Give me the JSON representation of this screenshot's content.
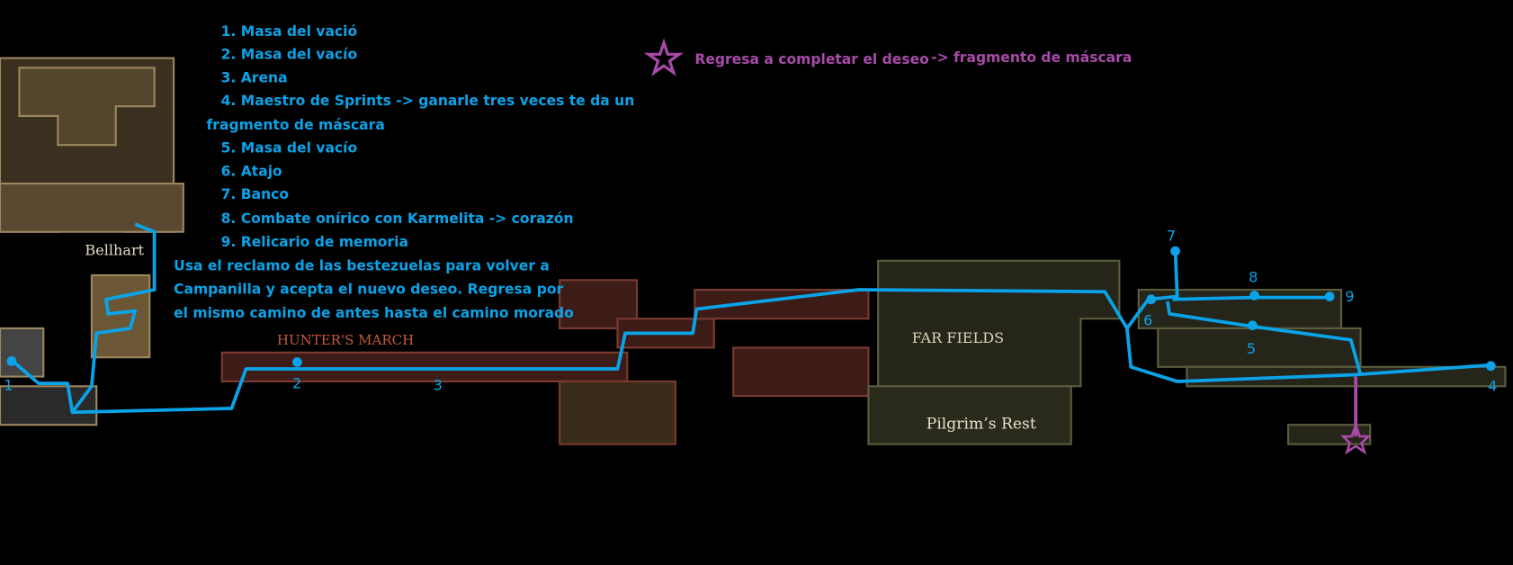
{
  "legend": {
    "items": [
      "1. Masa del vació",
      "2. Masa del vacío",
      "3. Arena",
      "4. Maestro de Sprints -> ganarle tres veces te da un",
      "fragmento de máscara",
      "5. Masa del vacío",
      "6. Atajo",
      "7. Banco",
      "8. Combate onírico con Karmelita -> corazón",
      "9. Relicario de memoria"
    ],
    "instructions": [
      "Usa el reclamo de las bestezuelas para volver a",
      "Campanilla y acepta el nuevo deseo. Regresa por",
      "el mismo camino de antes hasta el camino morado"
    ]
  },
  "wish_note": {
    "text": "Regresa a completar el deseo",
    "reward": "-> fragmento de máscara",
    "icon": "star-icon"
  },
  "map_labels": {
    "bellhart": "Bellhart",
    "hunters_march": "HUNTER'S MARCH",
    "far_fields": "FAR FIELDS",
    "pilgrims_rest": "Pilgrim’s Rest"
  },
  "markers": [
    "1",
    "2",
    "3",
    "4",
    "5",
    "6",
    "7",
    "8",
    "9"
  ],
  "colors": {
    "route": "#0aa3e8",
    "wish_route": "#a74aa8",
    "bellhart": "#6b5636",
    "hunters": "#5a2a22",
    "farfields": "#3a3a22"
  }
}
